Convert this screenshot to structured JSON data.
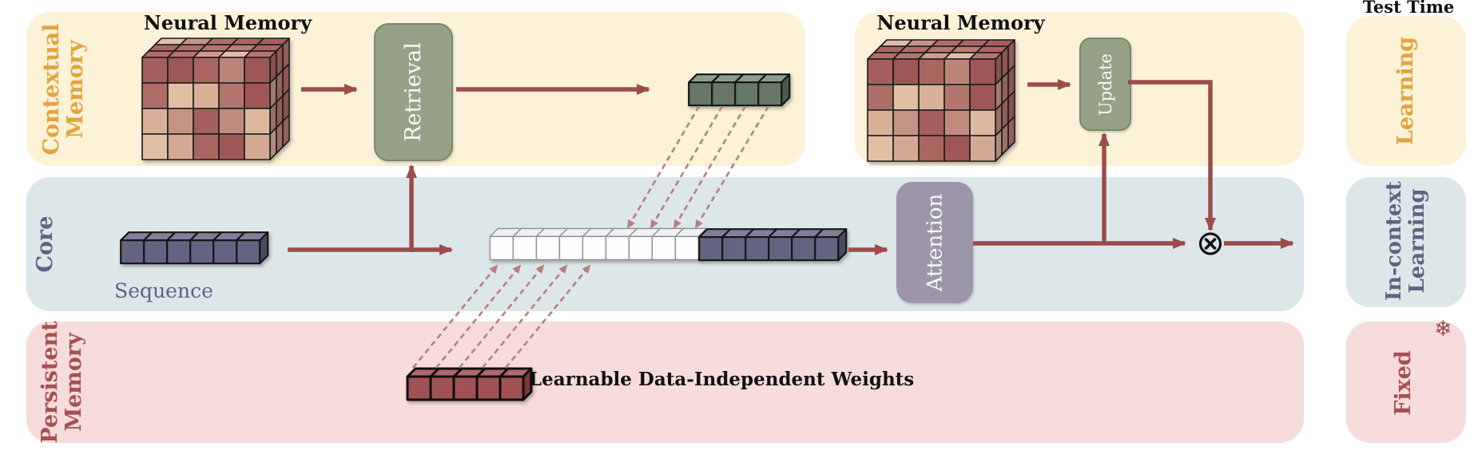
{
  "header": {
    "test_time": "Test Time"
  },
  "bands": {
    "contextual": {
      "label_line1": "Contextual",
      "label_line2": "Memory",
      "bg": "#fbf2d7",
      "label_color": "#e3a33d"
    },
    "core": {
      "label": "Core",
      "bg": "#dde7ea",
      "label_color": "#5f6384"
    },
    "persistent": {
      "label_line1": "Persistent",
      "label_line2": "Memory",
      "bg": "#f6dcdb",
      "label_color": "#a65052"
    }
  },
  "blocks": {
    "neural_memory_left_title": "Neural Memory",
    "neural_memory_right_title": "Neural Memory",
    "retrieval": "Retrieval",
    "update": "Update",
    "attention": "Attention",
    "sequence_label": "Sequence",
    "weights_label": "Learnable Data-Independent Weights"
  },
  "right_column": {
    "learning": {
      "label": "Learning",
      "color": "#e3a33d"
    },
    "in_context": {
      "line1": "In-context",
      "line2": "Learning",
      "color": "#5f6384"
    },
    "fixed": {
      "label": "Fixed",
      "color": "#a65052"
    }
  },
  "symbols": {
    "otimes": "⊗",
    "snowflake": "❄"
  },
  "colors": {
    "arrow": "#9d4b4d",
    "dashed_arrow": "#b97e7f",
    "sage_button": "#96a186",
    "purple_button": "#9d96aa",
    "cream_band": "#fbf2d7",
    "blue_band": "#dde7ea",
    "pink_band": "#f6dcdb"
  },
  "illustrations": {
    "cube_rows": [
      {
        "name": "memory-output-row",
        "count": 4,
        "size": 29,
        "depth": 10,
        "face": "#667867",
        "top": "#8d9c8b",
        "side": "#4a5a49",
        "outline": "#161616",
        "stroke": 2.2
      },
      {
        "name": "sequence-row",
        "count": 6,
        "size": 29,
        "depth": 10,
        "face": "#646481",
        "top": "#7f7f9b",
        "side": "#4a4a63",
        "outline": "#161616",
        "stroke": 2.2
      },
      {
        "name": "context-white-row",
        "count": 9,
        "size": 29,
        "depth": 10,
        "face": "#fdfdfe",
        "top": "#f1f1f4",
        "side": "#e4e4ea",
        "outline": "#8e8e96",
        "stroke": 1.4
      },
      {
        "name": "context-purple-row",
        "count": 6,
        "size": 29,
        "depth": 10,
        "face": "#646481",
        "top": "#7f7f9b",
        "side": "#4a4a63",
        "outline": "#161616",
        "stroke": 2.2
      },
      {
        "name": "persistent-row",
        "count": 5,
        "size": 29,
        "depth": 10,
        "face": "#a05253",
        "top": "#b26868",
        "side": "#7a3537",
        "outline": "#0d0d0d",
        "stroke": 3
      }
    ],
    "memory_stack": {
      "cols": 5,
      "rows": 4,
      "layers": 3,
      "cell": 32,
      "depth": 8,
      "cream_rgb": [
        244,
        221,
        188
      ],
      "maroon_rgb": [
        150,
        72,
        74
      ],
      "outline": "#1a1a1a",
      "stroke": 1.6,
      "pattern": [
        [
          0.85,
          0.9,
          0.8,
          0.6,
          0.9
        ],
        [
          0.75,
          0.2,
          0.3,
          0.7,
          0.9
        ],
        [
          0.3,
          0.5,
          0.85,
          0.55,
          0.25
        ],
        [
          0.2,
          0.35,
          0.8,
          0.9,
          0.35
        ]
      ],
      "roof": [
        [
          0.8,
          0.75,
          0.5,
          0.3,
          0.75
        ],
        [
          0.85,
          0.8,
          0.75,
          0.7,
          0.85
        ],
        [
          0.3,
          0.55,
          0.8,
          0.85,
          0.9
        ]
      ],
      "side": [
        [
          0.8,
          0.45,
          0.55,
          0.3
        ],
        [
          0.75,
          0.65,
          0.7,
          0.55
        ],
        [
          0.7,
          0.75,
          0.8,
          0.65
        ]
      ]
    }
  }
}
